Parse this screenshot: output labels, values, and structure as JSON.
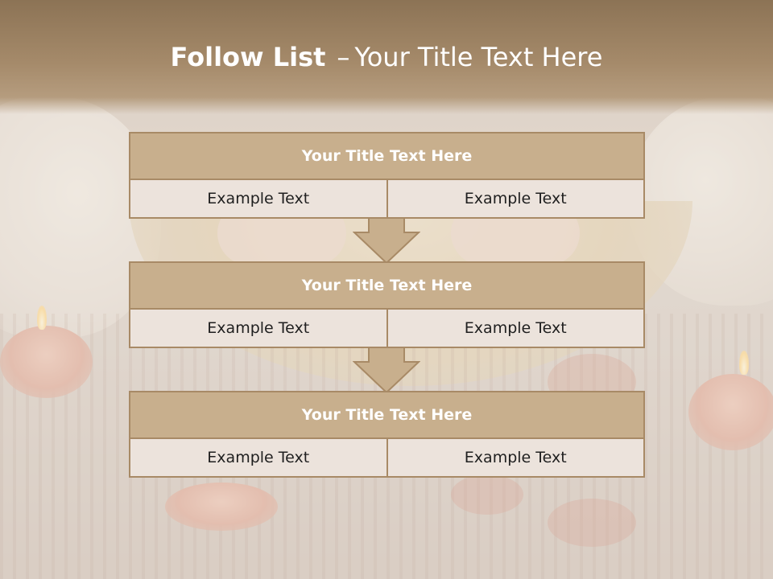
{
  "slide": {
    "title_bold": "Follow List",
    "title_separator": "–",
    "title_rest": "Your Title Text Here"
  },
  "steps": [
    {
      "title": "Your Title Text Here",
      "left": "Example Text",
      "right": "Example Text"
    },
    {
      "title": "Your Title Text Here",
      "left": "Example Text",
      "right": "Example Text"
    },
    {
      "title": "Your Title Text Here",
      "left": "Example Text",
      "right": "Example Text"
    }
  ],
  "colors": {
    "header_band": "#8c7355",
    "step_title_fill": "#c8af8d",
    "step_border": "#a88a66",
    "cell_fill": "#ece3dc",
    "arrow_fill": "#c8af8d"
  },
  "icons": {
    "connector": "down-arrow-icon"
  }
}
